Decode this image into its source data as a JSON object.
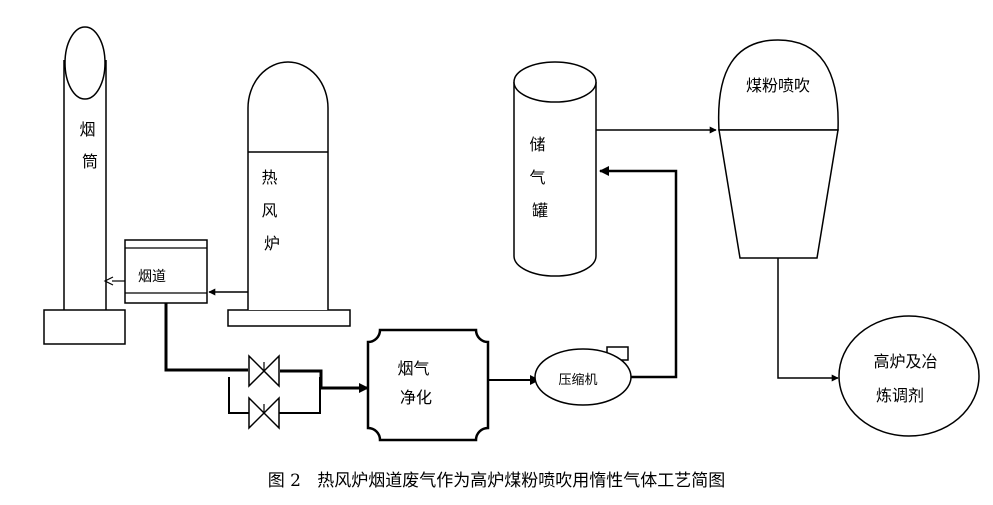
{
  "diagram": {
    "chimney_label": [
      "烟",
      "筒"
    ],
    "hot_stove_label": [
      "热",
      "风",
      "炉"
    ],
    "flue_label": "烟道",
    "storage_tank_label": [
      "储",
      "气",
      "罐"
    ],
    "coal_injection_label": "煤粉喷吹",
    "gas_cleaning_label": [
      "烟气",
      "净化"
    ],
    "compressor_label": "压缩机",
    "blast_furnace_label": [
      "高炉及冶",
      "炼调剂"
    ]
  },
  "caption": {
    "figure_no": "图 2",
    "text": "热风炉烟道废气作为高炉煤粉喷吹用惰性气体工艺简图"
  }
}
